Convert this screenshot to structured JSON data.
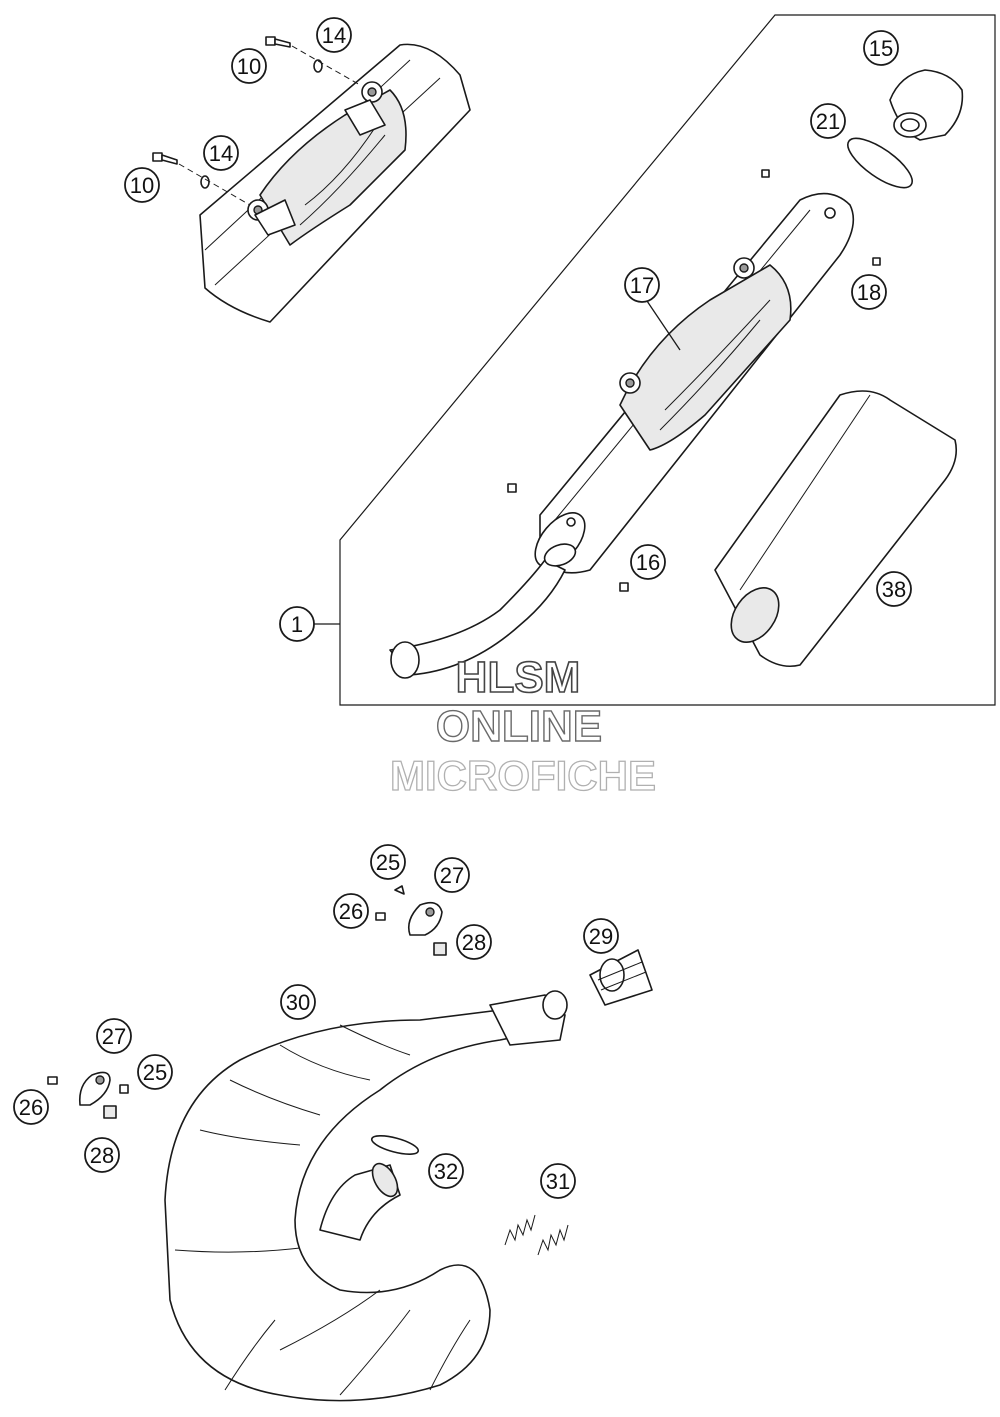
{
  "watermark": {
    "line1": "HLSM",
    "line2": "ONLINE",
    "line3": "MICROFICHE"
  },
  "callouts": {
    "c10a": "10",
    "c14a": "14",
    "c10b": "10",
    "c14b": "14",
    "c15": "15",
    "c21": "21",
    "c17": "17",
    "c18": "18",
    "c16": "16",
    "c1": "1",
    "c38": "38",
    "c25a": "25",
    "c27a": "27",
    "c26a": "26",
    "c28a": "28",
    "c29": "29",
    "c30": "30",
    "c27b": "27",
    "c25b": "25",
    "c26b": "26",
    "c28b": "28",
    "c32": "32",
    "c31": "31"
  }
}
